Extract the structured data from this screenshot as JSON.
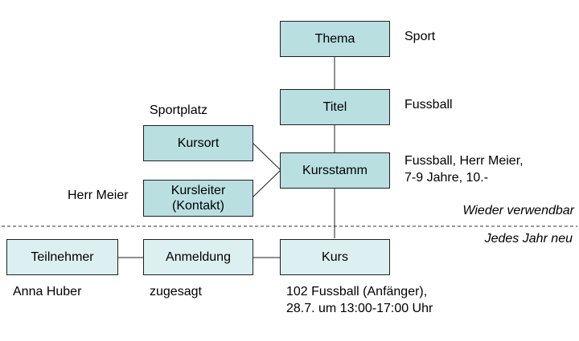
{
  "nodes": {
    "thema": "Thema",
    "titel": "Titel",
    "kursort": "Kursort",
    "kursstamm": "Kursstamm",
    "kursleiter": "Kursleiter\n(Kontakt)",
    "teilnehmer": "Teilnehmer",
    "anmeldung": "Anmeldung",
    "kurs": "Kurs"
  },
  "notes": {
    "thema_value": "Sport",
    "titel_value": "Fussball",
    "kursort_value": "Sportplatz",
    "kursstamm_value_line1": "Fussball, Herr Meier,",
    "kursstamm_value_line2": "7-9 Jahre, 10.-",
    "kursleiter_value": "Herr Meier",
    "teilnehmer_value": "Anna Huber",
    "anmeldung_value": "zugesagt",
    "kurs_value_line1": "102 Fussball (Anfänger),",
    "kurs_value_line2": "28.7. um 13:00-17:00 Uhr"
  },
  "divider": {
    "upper_label": "Wieder verwendbar",
    "lower_label": "Jedes Jahr neu"
  },
  "colors": {
    "reusable_fill": "#b9dfe1",
    "yearly_fill": "#ddf0f1",
    "stroke": "#1f1f1f",
    "divider": "#333333"
  }
}
